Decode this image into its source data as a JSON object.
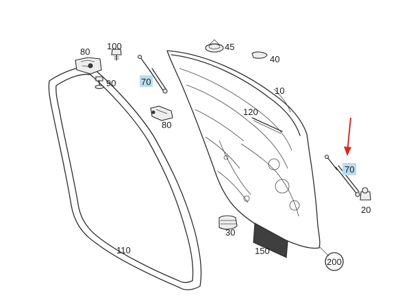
{
  "diagram": {
    "labels": {
      "p80_top": "80",
      "p100": "100",
      "p90": "90",
      "p70_left": "70",
      "p45": "45",
      "p40": "40",
      "p10": "10",
      "p80_mid": "80",
      "p120": "120",
      "p70_right": "70",
      "p20": "20",
      "p30": "30",
      "p110": "110",
      "p150": "150",
      "p200": "200"
    },
    "colors": {
      "highlight": "#b9dcf2",
      "arrow": "#e0261f",
      "line": "#2a2a2a"
    },
    "highlighted_parts": [
      "70"
    ],
    "arrow_target": "70"
  }
}
